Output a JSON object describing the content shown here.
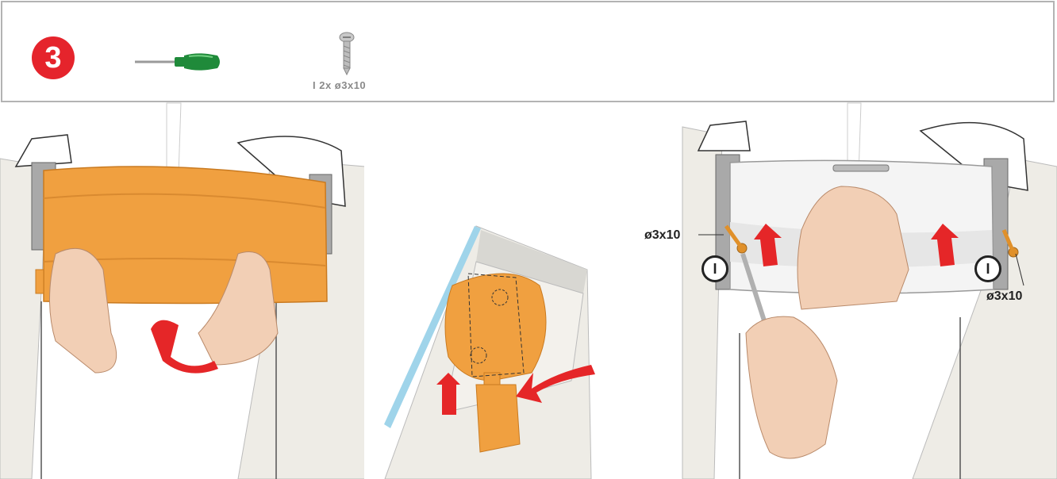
{
  "step": {
    "number": "3",
    "color": "#e5242c"
  },
  "tools": {
    "screwdriver": {
      "icon": "screwdriver-icon"
    },
    "screw": {
      "icon": "screw-icon",
      "caption": "I 2x ø3x10"
    }
  },
  "panel3": {
    "label_left": "ø3x10",
    "label_right": "ø3x10",
    "marker_left": "I",
    "marker_right": "I"
  },
  "colors": {
    "cassette_orange": "#f0a040",
    "arrow_red": "#e52628",
    "handle_green": "#1f8a3a",
    "frame_grey": "#e9e6df",
    "glass_blue": "#9fd4ea"
  }
}
